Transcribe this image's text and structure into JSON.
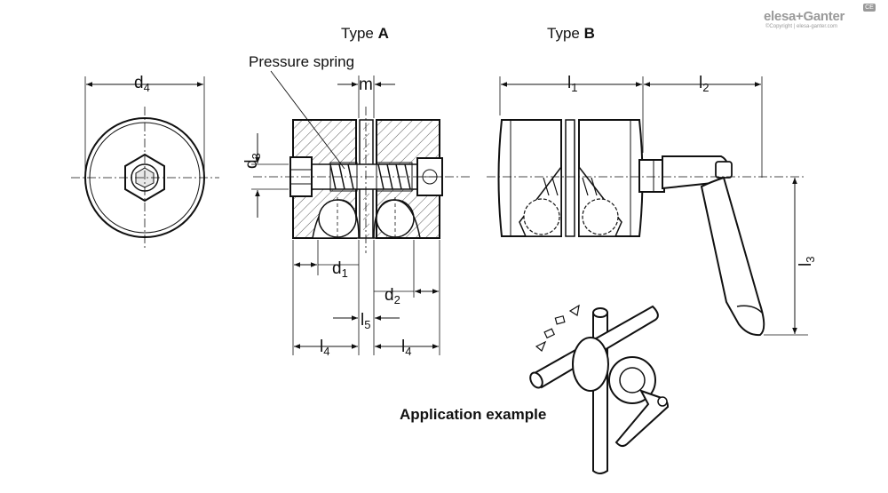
{
  "brand": {
    "logo_text": "elesa+Ganter",
    "copyright": "©Copyright | elesa-ganter.com",
    "badge": "CE"
  },
  "titles": {
    "type_a_prefix": "Type ",
    "type_a_letter": "A",
    "type_b_prefix": "Type ",
    "type_b_letter": "B"
  },
  "labels": {
    "pressure_spring": "Pressure spring",
    "application_example": "Application example"
  },
  "dimensions": {
    "d4": {
      "base": "d",
      "sub": "4"
    },
    "m": {
      "base": "m",
      "sub": ""
    },
    "d3": {
      "base": "d",
      "sub": "3"
    },
    "d1": {
      "base": "d",
      "sub": "1"
    },
    "d2": {
      "base": "d",
      "sub": "2"
    },
    "l5": {
      "base": "l",
      "sub": "5"
    },
    "l4_left": {
      "base": "l",
      "sub": "4"
    },
    "l4_right": {
      "base": "l",
      "sub": "4"
    },
    "l1": {
      "base": "l",
      "sub": "1"
    },
    "l2": {
      "base": "l",
      "sub": "2"
    },
    "l3": {
      "base": "l",
      "sub": "3"
    }
  }
}
